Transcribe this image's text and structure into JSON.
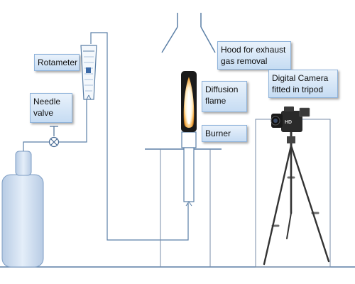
{
  "labels": {
    "rotameter": "Rotameter",
    "needle_valve_line1": "Needle",
    "needle_valve_line2": "valve",
    "hood_line1": "Hood for exhaust",
    "hood_line2": "gas removal",
    "diffusion_flame_line1": "Diffusion",
    "diffusion_flame_line2": "flame",
    "burner": "Burner",
    "camera_line1": "Digital Camera",
    "camera_line2": "fitted in tripod",
    "camera_badge": "HD"
  },
  "colors": {
    "lines": "#5b7fa6",
    "label_fill": "#d7e6f7",
    "label_border": "#8fb3da",
    "cylinder_fill": "#c9d9ec",
    "flame_core": "#ffffff",
    "flame_edge": "#f0a030",
    "camera_body": "#2a2a2a",
    "tripod": "#333333"
  },
  "icons": [
    "gas-cylinder-icon",
    "needle-valve-icon",
    "rotameter-icon",
    "burner-icon",
    "flame-icon",
    "hood-icon",
    "camera-icon",
    "tripod-icon"
  ]
}
